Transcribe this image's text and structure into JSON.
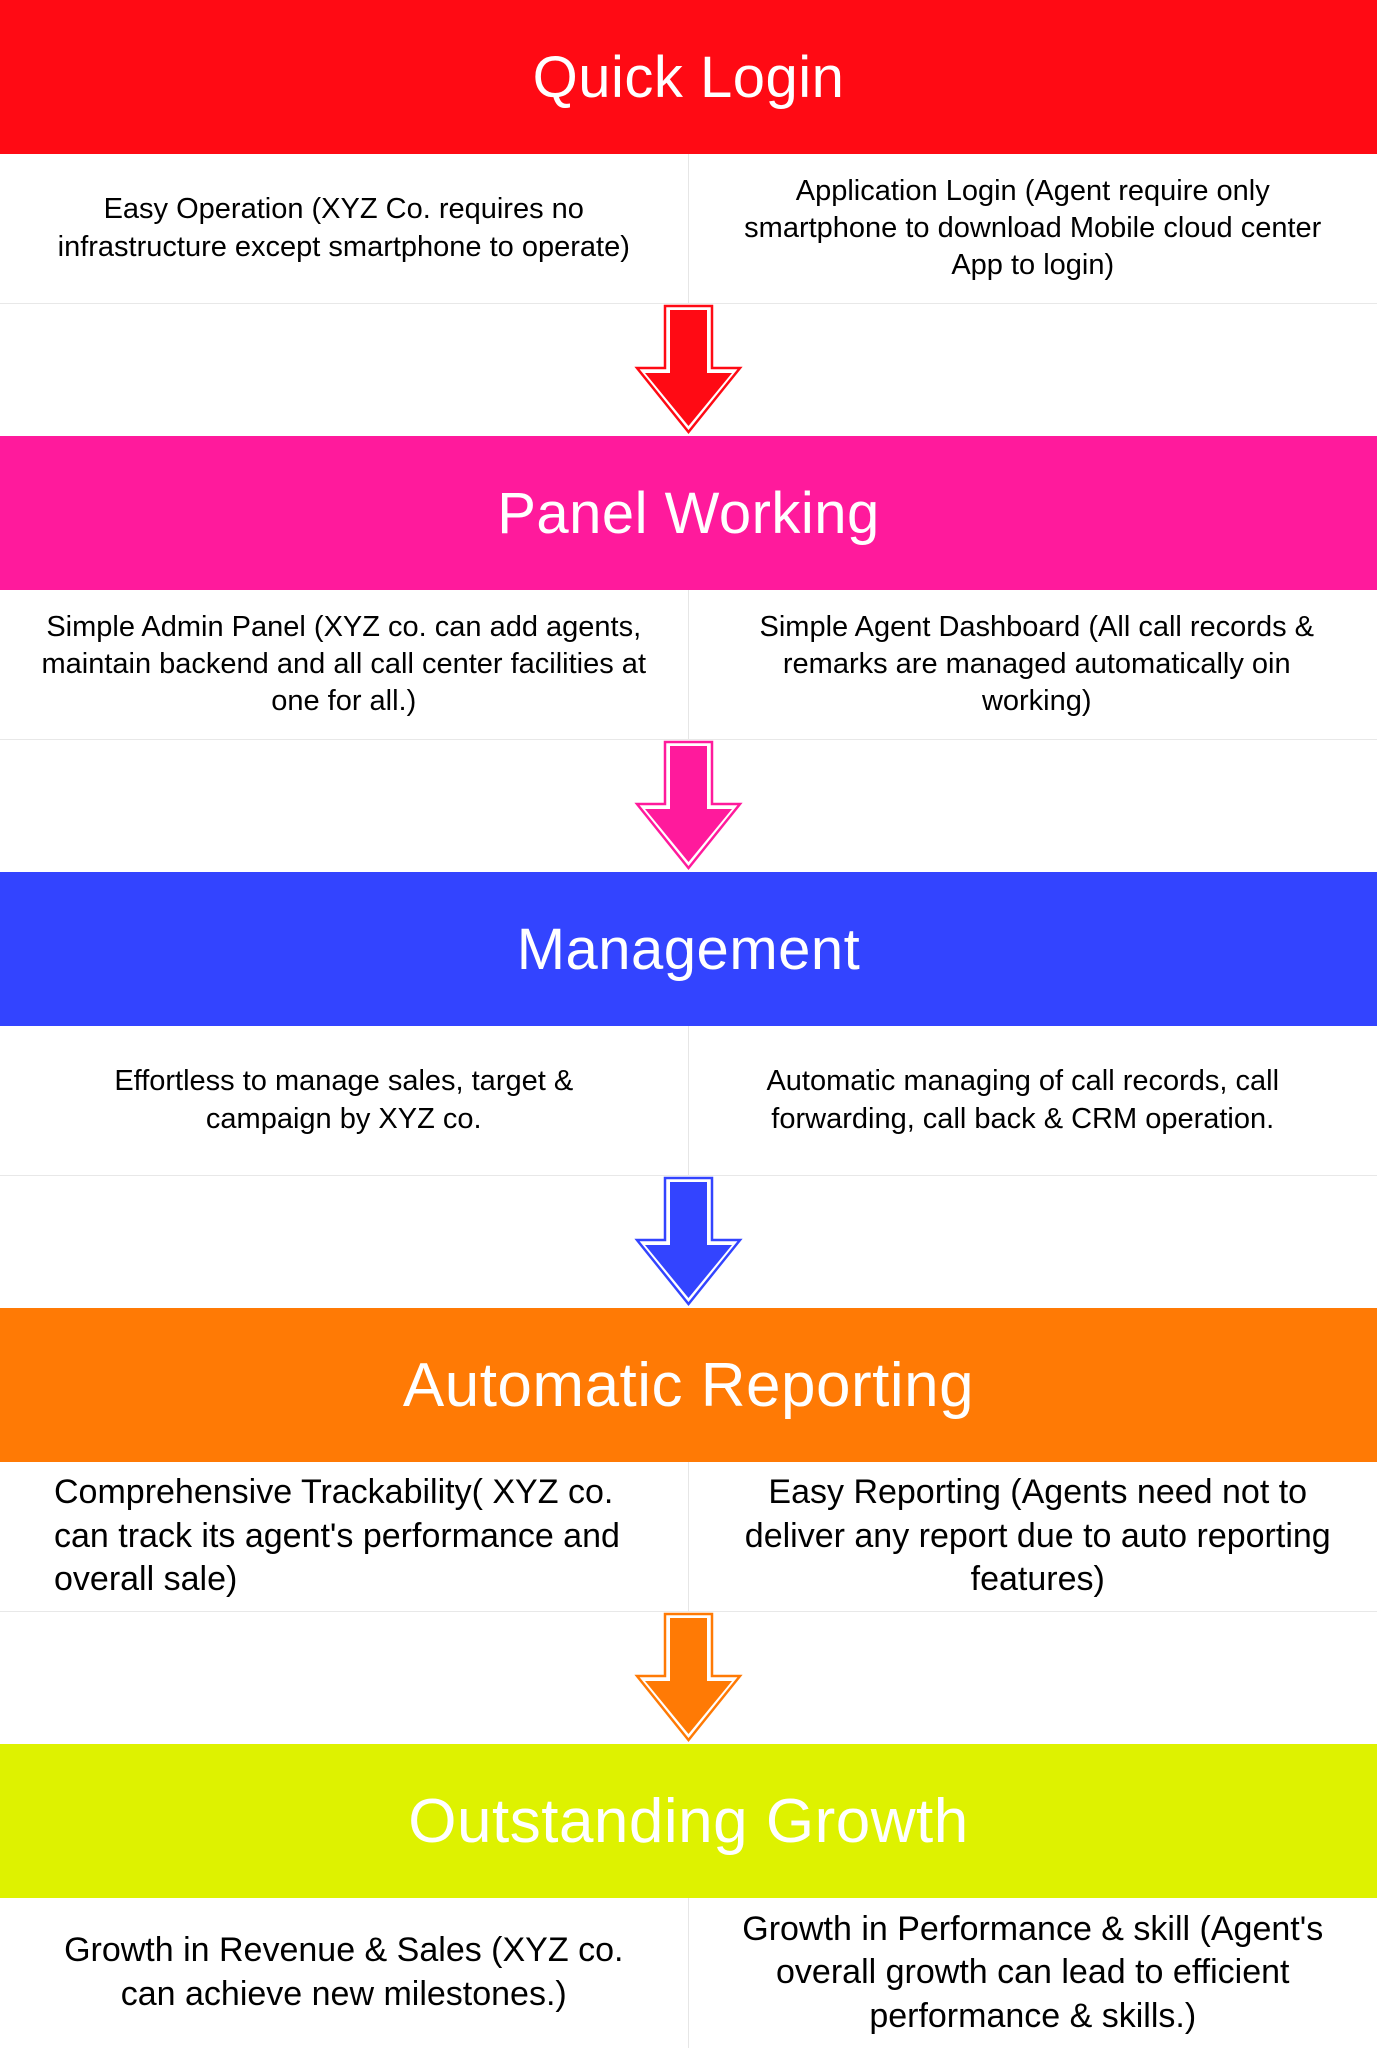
{
  "stages": [
    {
      "title": "Quick Login",
      "color": "#ff0a14",
      "left": "Easy Operation (XYZ Co. requires no infrastructure except smartphone to operate)",
      "right": "Application Login  (Agent require only smartphone to download Mobile cloud center App to login)"
    },
    {
      "title": "Panel Working",
      "color": "#ff1a9c",
      "left": "Simple Admin Panel (XYZ co. can add agents, maintain backend and all call center facilities at one for all.)",
      "right": "Simple Agent Dashboard (All call records & remarks are managed automatically oin working)"
    },
    {
      "title": "Management",
      "color": "#3344ff",
      "left": "Effortless to manage sales, target & campaign by XYZ co.",
      "right": "Automatic managing of call records, call forwarding, call back & CRM operation."
    },
    {
      "title": "Automatic Reporting",
      "color": "#ff7a05",
      "left": "Comprehensive Trackability( XYZ co. can track its agent's performance and overall sale)",
      "right": "Easy Reporting (Agents need not to deliver any report due to auto reporting features)"
    },
    {
      "title": "Outstanding Growth",
      "color": "#def200",
      "left": "Growth in Revenue & Sales (XYZ co. can achieve new milestones.)",
      "right": "Growth in Performance & skill (Agent's overall growth can lead to efficient performance & skills.)"
    }
  ]
}
